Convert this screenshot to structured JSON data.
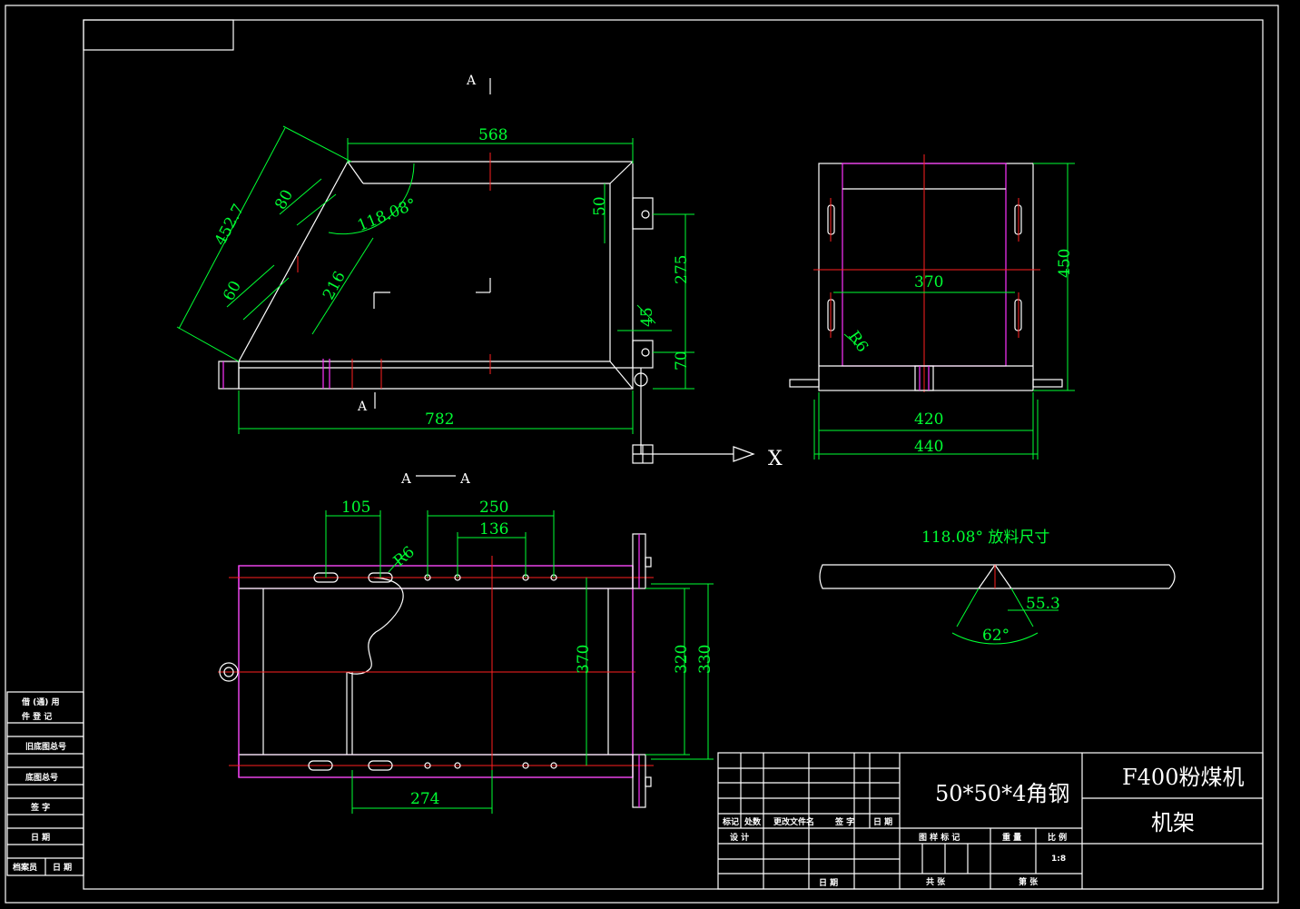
{
  "section_labels": {
    "a_top": "A",
    "a_bottom": "A",
    "section_left": "A",
    "section_right": "A",
    "axis": "X"
  },
  "front_view": {
    "d_568": "568",
    "d_452": "452.7",
    "d_80": "80",
    "d_60": "60",
    "d_216": "216",
    "d_angle": "118.08°",
    "d_50": "50",
    "d_275": "275",
    "d_45": "45",
    "d_70": "70",
    "d_782": "782"
  },
  "side_view": {
    "d_370": "370",
    "d_450": "450",
    "d_r6": "R6",
    "d_420": "420",
    "d_440": "440"
  },
  "plan_view": {
    "d_105": "105",
    "d_250": "250",
    "d_136": "136",
    "d_r6": "R6",
    "d_370": "370",
    "d_320": "320",
    "d_330": "330",
    "d_274": "274"
  },
  "blank_detail": {
    "caption": "118.08° 放料尺寸",
    "d_553": "55.3",
    "d_62": "62°"
  },
  "left_strip": {
    "r1a": "借 (通) 用",
    "r1b": "件 登 记",
    "r2": "旧底图总号",
    "r3": "底图总号",
    "r4": "签 字",
    "r5": "日 期",
    "r6a": "档案员",
    "r6b": "日 期"
  },
  "title_block": {
    "material": "50*50*4角钢",
    "product": "F400粉煤机",
    "part": "机架",
    "h_mark": "标记",
    "h_count": "处数",
    "h_doc": "更改文件名",
    "h_sign": "签 字",
    "h_date": "日 期",
    "design": "设 计",
    "date2": "日 期",
    "drawing_mark": "图 样 标 记",
    "weight": "重 量",
    "scale_label": "比 例",
    "scale": "1:8",
    "total": "共   张",
    "sheet": "第   张"
  },
  "colors": {
    "dimension": "#00ff33",
    "center": "#ff2020",
    "hidden": "#ff33ff",
    "outline": "#ffffff",
    "background": "#000000"
  }
}
